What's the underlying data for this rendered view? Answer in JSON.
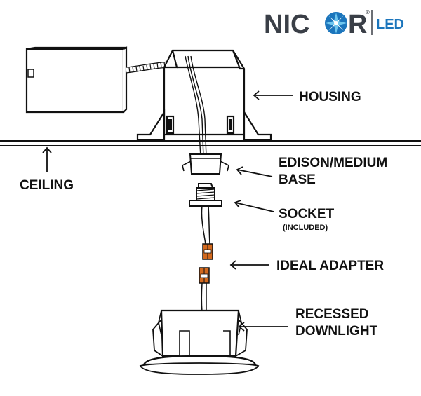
{
  "brand": {
    "name_left": "NIC",
    "name_right": "R",
    "trademark": "®",
    "suffix": "LED",
    "colors": {
      "wordmark": "#3a3f47",
      "star_blue": "#1b75bc",
      "star_light": "#6fc6ee"
    }
  },
  "labels": {
    "housing": "HOUSING",
    "ceiling": "CEILING",
    "edison_line1": "EDISON/MEDIUM",
    "edison_line2": "BASE",
    "socket": "SOCKET",
    "socket_note": "(INCLUDED)",
    "ideal_adapter": "IDEAL ADAPTER",
    "recessed_line1": "RECESSED",
    "recessed_line2": "DOWNLIGHT"
  },
  "colors": {
    "line": "#111111",
    "connector": "#d2691e"
  },
  "icons": {
    "arrow": "left-arrow",
    "ceiling_arrow": "up-arrow"
  }
}
